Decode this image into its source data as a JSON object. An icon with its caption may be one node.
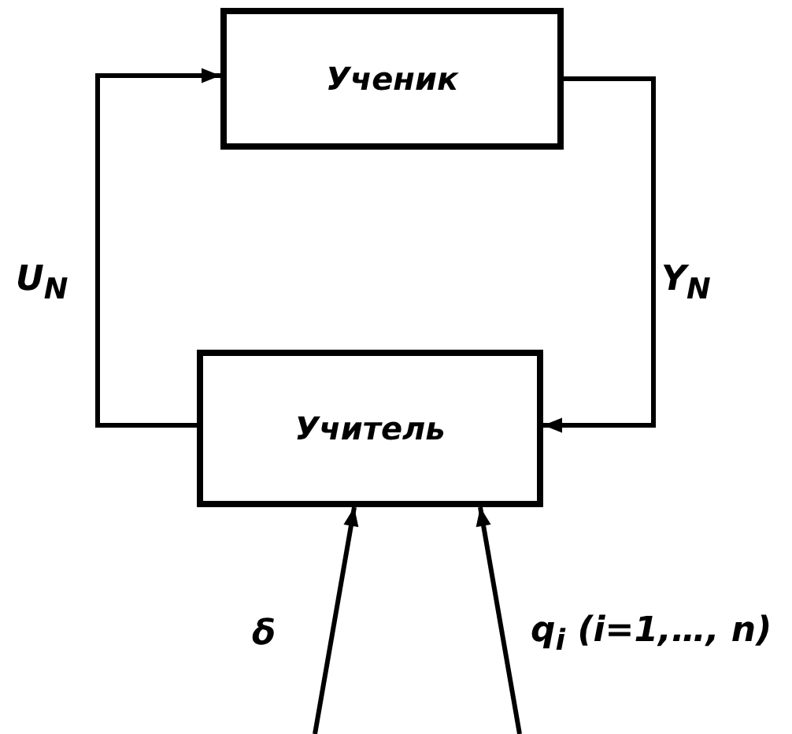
{
  "diagram": {
    "nodes": [
      {
        "text": [
          "Ученик"
        ]
      },
      {
        "text": [
          "Учитель"
        ]
      }
    ],
    "edges": [
      {
        "from": 1,
        "to": 0,
        "arrow": "to",
        "label": "U$_{N}$"
      },
      {
        "from": 0,
        "to": 1,
        "arrow": "to",
        "label": "Y$_{N}$"
      },
      {
        "from": null,
        "to": 1,
        "arrow": "to",
        "label": "δ"
      },
      {
        "from": null,
        "to": 1,
        "arrow": "to",
        "label": "q$_{i}$ (i=1,…, n)"
      }
    ]
  }
}
